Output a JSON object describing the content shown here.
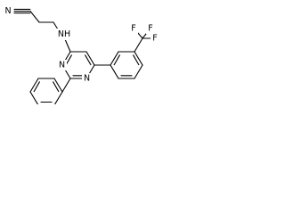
{
  "structure": {
    "atom_labels": {
      "nitrile_n": "N",
      "amine_nh": "NH",
      "ring_n_upper": "N",
      "ring_n_lower": "N",
      "cf3_f_top_left": "F",
      "cf3_f_top_right": "F",
      "cf3_f_right": "F"
    },
    "colors": {
      "bond": "#000000",
      "label": "#000000",
      "background": "#ffffff"
    }
  }
}
